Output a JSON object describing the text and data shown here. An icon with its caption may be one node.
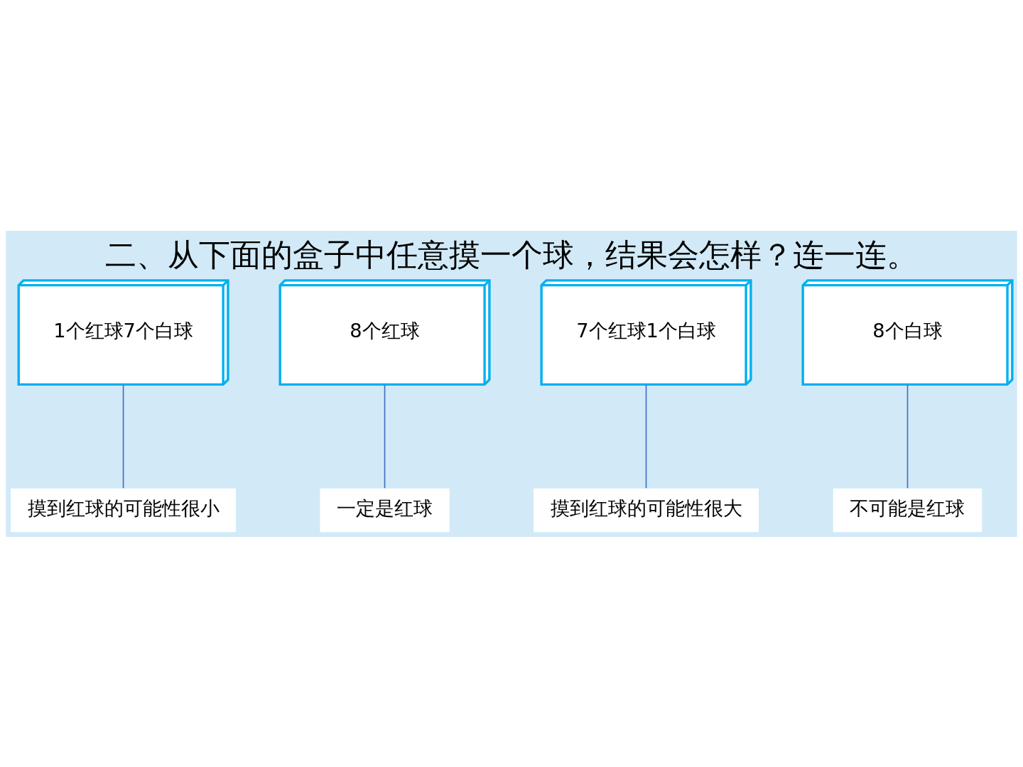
{
  "diagram": {
    "title": "二、从下面的盒子中任意摸一个球，结果会怎样？连一连。",
    "nodes": [
      {
        "text": [
          "1个红球7个白球"
        ]
      },
      {
        "text": [
          "8个红球"
        ]
      },
      {
        "text": [
          "7个红球1个白球"
        ]
      },
      {
        "text": [
          "8个白球"
        ]
      },
      {
        "text": [
          "一定是红球"
        ]
      },
      {
        "text": [
          "不可能是红球"
        ]
      },
      {
        "text": [
          "摸到红球的可能性很大"
        ]
      },
      {
        "text": [
          "摸到红球的可能性很小"
        ]
      }
    ],
    "edges": [
      {
        "from": 0,
        "to": 7,
        "arrow": "none"
      },
      {
        "from": 1,
        "to": 4,
        "arrow": "none"
      },
      {
        "from": 2,
        "to": 6,
        "arrow": "none"
      },
      {
        "from": 3,
        "to": 5,
        "arrow": "none"
      }
    ]
  }
}
